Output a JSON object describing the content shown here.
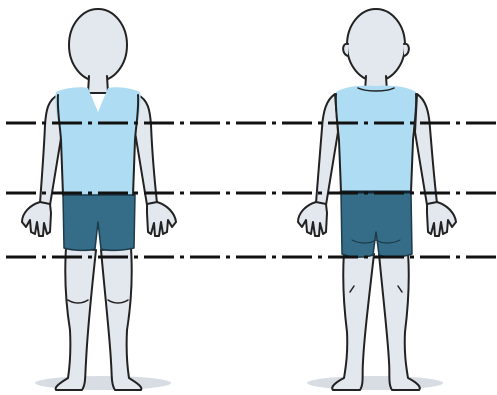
{
  "colors": {
    "background": "#ffffff",
    "skin": "#e3e7ee",
    "shirt": "#aedcf3",
    "shorts": "#356d88",
    "outline": "#222222",
    "shadow": "#d8dde4",
    "measure_line": "#111111"
  },
  "figures": [
    {
      "view": "front"
    },
    {
      "view": "back"
    }
  ],
  "measure_lines": [
    {
      "level": "chest"
    },
    {
      "level": "waist"
    },
    {
      "level": "hip"
    }
  ]
}
